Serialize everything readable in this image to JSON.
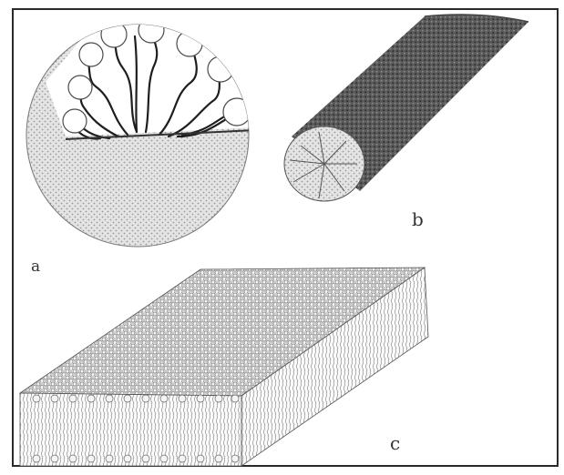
{
  "figure": {
    "labels": {
      "a": "a",
      "b": "b",
      "c": "c"
    },
    "colors": {
      "frame": "#2a2a2a",
      "dot_fill": "#d2d2d2",
      "dot_stroke": "#7a7a7a",
      "tube_dark": "#4a4a4a",
      "tail": "#1e1e1e"
    },
    "panels": [
      {
        "id": "a",
        "shape": "spherical micelle cross-section"
      },
      {
        "id": "b",
        "shape": "cylindrical micelle (rod)"
      },
      {
        "id": "c",
        "shape": "lamellar bilayer sheet"
      }
    ]
  }
}
